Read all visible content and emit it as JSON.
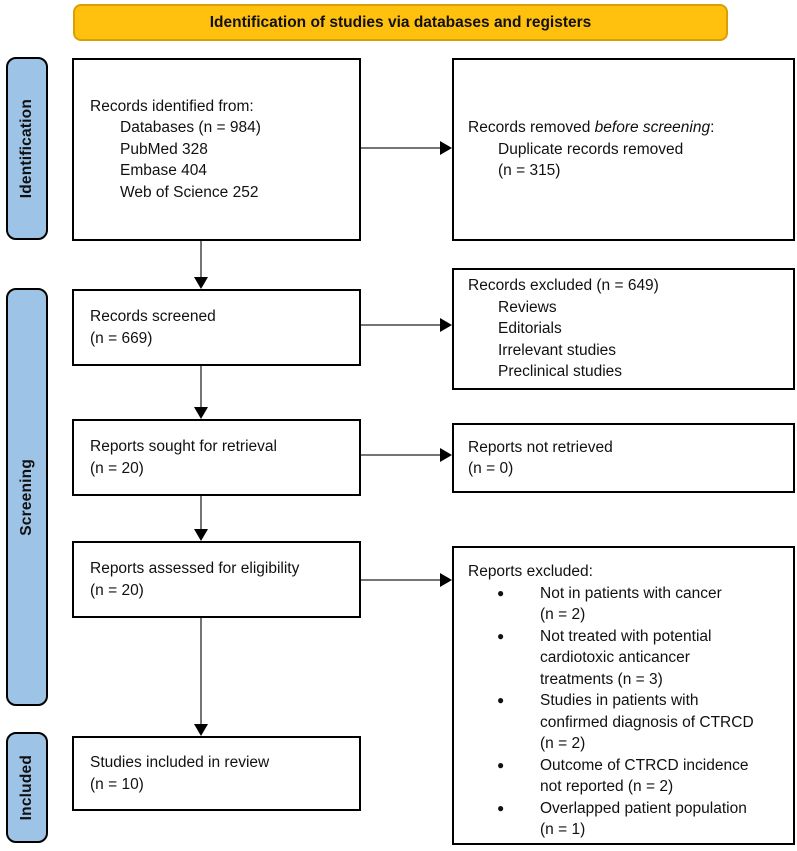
{
  "colors": {
    "banner_fill": "#FFC10D",
    "banner_border": "#DA9F06",
    "stage_fill": "#9DC3E6",
    "box_border": "#000000",
    "arrow_line": "#757575",
    "arrow_head": "#000000"
  },
  "glyphs": {
    "bullet": "●"
  },
  "header": {
    "title": "Identification of studies via databases and registers"
  },
  "stages": {
    "identification": "Identification",
    "screening": "Screening",
    "included": "Included"
  },
  "boxes": {
    "records_identified": {
      "title": "Records identified from:",
      "lines": [
        "Databases (n = 984)",
        "PubMed 328",
        "Embase 404",
        "Web of Science 252"
      ]
    },
    "records_removed": {
      "prefix": "Records removed ",
      "emphasis": "before screening",
      "suffix": ":",
      "lines": [
        "Duplicate records removed",
        "(n = 315)"
      ]
    },
    "records_screened": {
      "lines": [
        "Records screened",
        "(n = 669)"
      ]
    },
    "records_excluded": {
      "title": "Records excluded (n = 649)",
      "lines": [
        "Reviews",
        "Editorials",
        "Irrelevant studies",
        "Preclinical studies"
      ]
    },
    "reports_sought": {
      "lines": [
        "Reports sought for retrieval",
        "(n = 20)"
      ]
    },
    "reports_not_retrieved": {
      "lines": [
        "Reports not retrieved",
        "(n = 0)"
      ]
    },
    "reports_assessed": {
      "lines": [
        "Reports assessed for eligibility",
        "(n = 20)"
      ]
    },
    "reports_excluded": {
      "title": "Reports excluded:",
      "items": [
        [
          "Not in patients with cancer",
          "(n = 2)"
        ],
        [
          "Not treated with potential",
          "cardiotoxic anticancer",
          "treatments (n = 3)"
        ],
        [
          "Studies in patients with",
          "confirmed diagnosis of CTRCD",
          "(n = 2)"
        ],
        [
          "Outcome of CTRCD incidence",
          "not reported (n = 2)"
        ],
        [
          "Overlapped patient population",
          "(n = 1)"
        ]
      ]
    },
    "studies_included": {
      "lines": [
        "Studies included in review",
        "(n = 10)"
      ]
    }
  }
}
